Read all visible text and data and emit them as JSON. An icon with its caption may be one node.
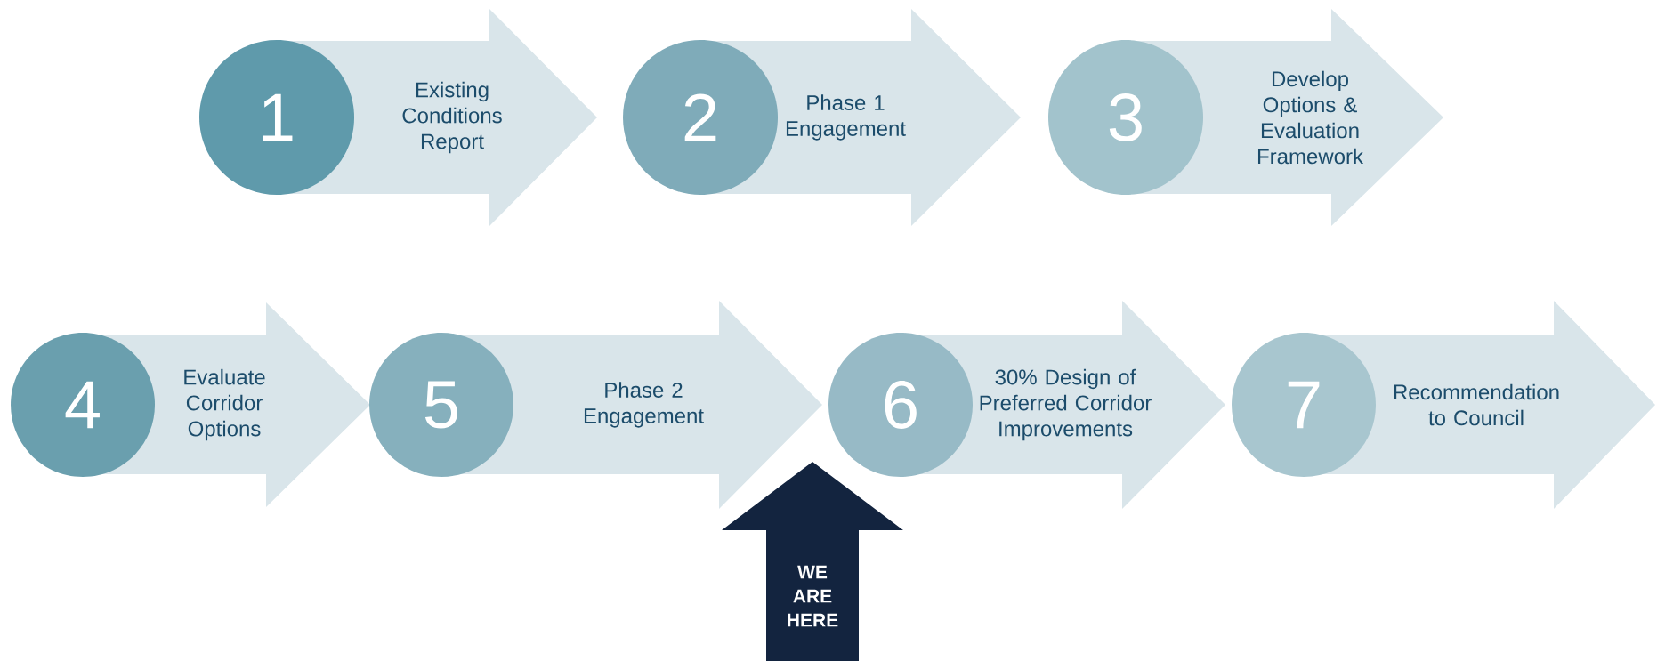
{
  "diagram": {
    "nodes": [
      {
        "text": [
          "1"
        ]
      },
      {
        "text": [
          "Existing Conditions Report"
        ]
      },
      {
        "text": [
          "2"
        ]
      },
      {
        "text": [
          "Phase 1 Engagement"
        ]
      },
      {
        "text": [
          "3"
        ]
      },
      {
        "text": [
          "Develop Options & Evaluation Framework"
        ]
      },
      {
        "text": [
          "4"
        ]
      },
      {
        "text": [
          "Evaluate Corridor Options"
        ]
      },
      {
        "text": [
          "5"
        ]
      },
      {
        "text": [
          "Phase 2 Engagement"
        ]
      },
      {
        "text": [
          "6"
        ]
      },
      {
        "text": [
          "30% Design of Preferred Corridor Improvements"
        ]
      },
      {
        "text": [
          "7"
        ]
      },
      {
        "text": [
          "Recommendation to Council"
        ]
      },
      {
        "text": [
          "WE ARE HERE"
        ]
      }
    ]
  }
}
